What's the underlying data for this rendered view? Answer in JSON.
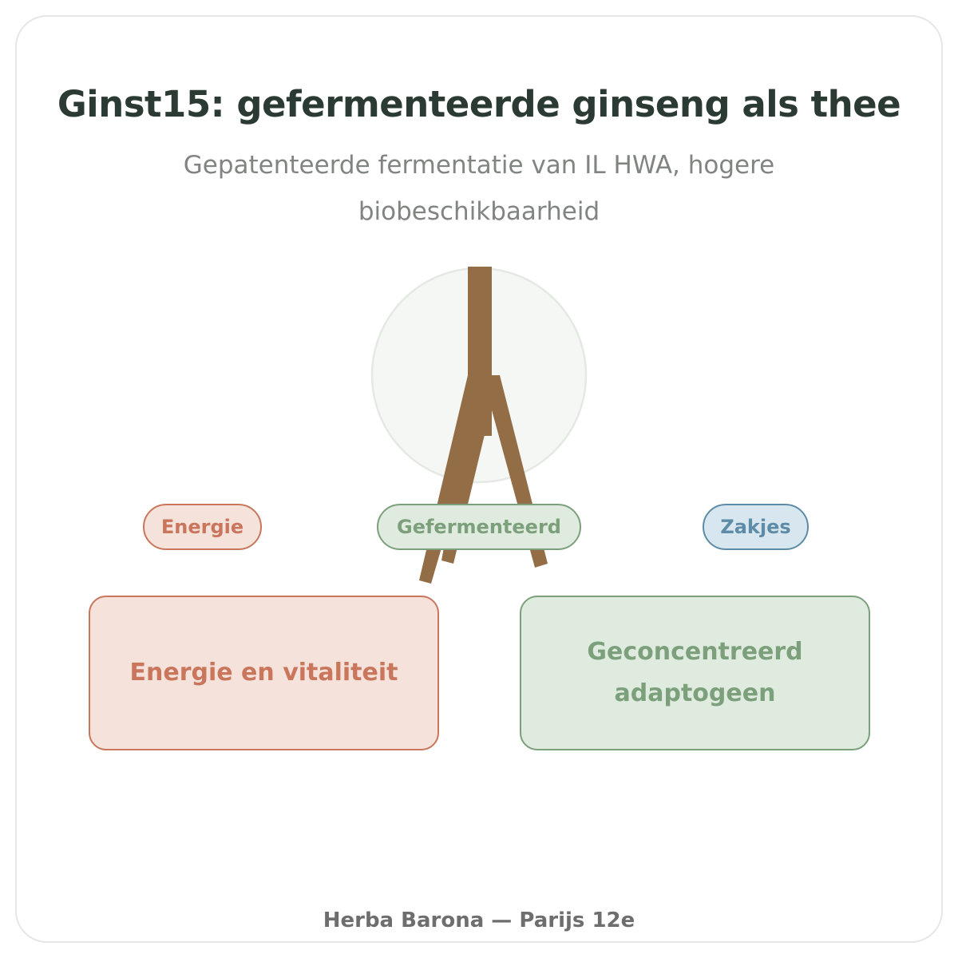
{
  "title": "Ginst15: gefermenteerde ginseng als thee",
  "subtitle": "Gepatenteerde fermentatie van IL HWA, hogere biobeschikbaarheid",
  "illustration": {
    "icon": "ginseng-root-icon",
    "root_color": "#936d45",
    "circle_color": "#f5f7f4"
  },
  "tags": [
    {
      "label": "Energie",
      "color": "#c9765d"
    },
    {
      "label": "Gefermenteerd",
      "color": "#7da07c"
    },
    {
      "label": "Zakjes",
      "color": "#5e8ca8"
    }
  ],
  "boxes": [
    {
      "label": "Energie en vitaliteit",
      "color": "#c9765d"
    },
    {
      "label": "Geconcentreerd adaptogeen",
      "color": "#7da07c"
    }
  ],
  "footer": "Herba Barona — Parijs 12e"
}
